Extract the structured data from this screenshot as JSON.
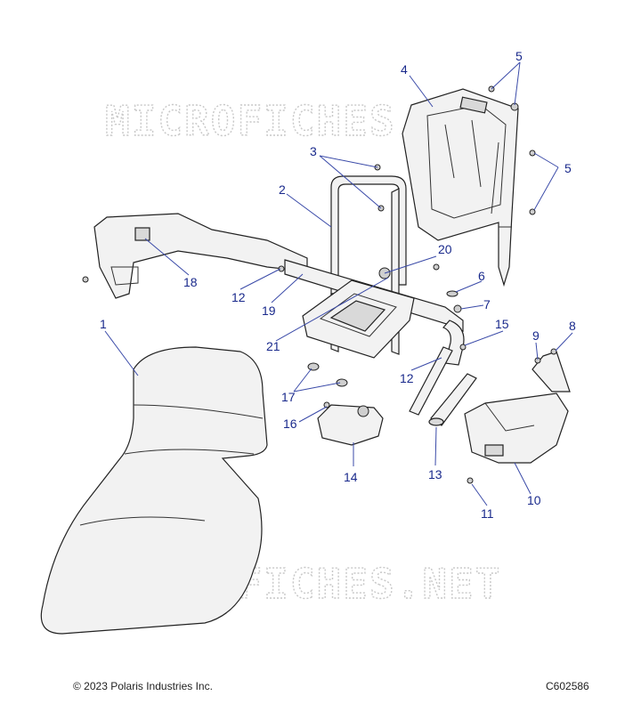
{
  "watermark": "MICROFICHES.NET",
  "footer": {
    "copyright": "© 2023 Polaris Industries Inc.",
    "drawing_number": "C602586"
  },
  "callouts": [
    "1",
    "2",
    "3",
    "4",
    "5",
    "5",
    "6",
    "7",
    "8",
    "9",
    "10",
    "11",
    "12",
    "12",
    "13",
    "14",
    "15",
    "16",
    "17",
    "18",
    "19",
    "20",
    "21"
  ]
}
